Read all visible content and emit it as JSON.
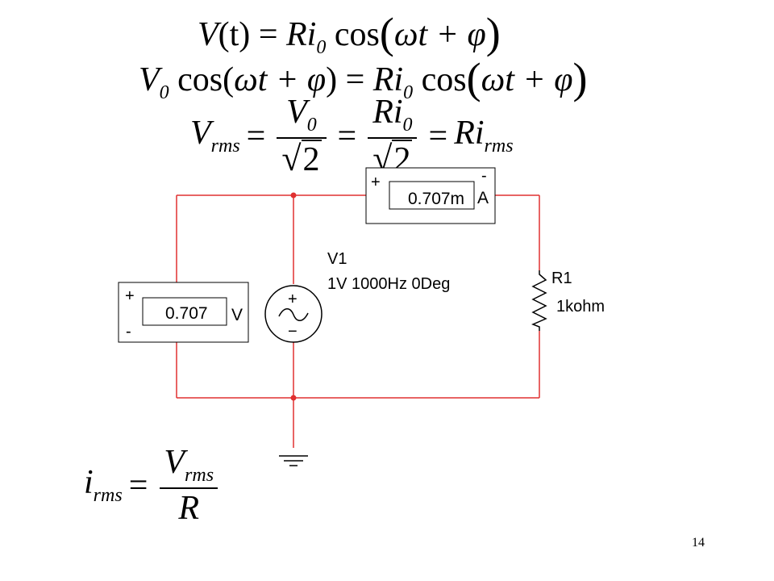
{
  "circuit": {
    "source": {
      "name": "V1",
      "spec": "1V 1000Hz 0Deg",
      "plus": "+",
      "minus": "−"
    },
    "resistor": {
      "name": "R1",
      "value": "1kohm"
    },
    "voltmeter": {
      "reading": "0.707",
      "unit": "V",
      "plus": "+",
      "minus": "-"
    },
    "ammeter": {
      "reading": "0.707m",
      "unit": "A",
      "plus": "+",
      "minus": "-"
    },
    "wire_color": "#e03030"
  },
  "equations": {
    "eq1": {
      "lhs_v": "V",
      "lhs_t": "(t)",
      "eq": "=",
      "r": "R",
      "i": "i",
      "i_sub": "0",
      "cos": "cos",
      "arg": "ωt + φ"
    },
    "eq2": {
      "v": "V",
      "v_sub": "0",
      "cos": "cos",
      "arg": "ωt + φ",
      "eq": "=",
      "r": "R",
      "i": "i",
      "i_sub": "0",
      "cos2": "cos",
      "arg2": "ωt + φ"
    },
    "eq3": {
      "v": "V",
      "v_sub": "rms",
      "eq": "=",
      "num1": "V",
      "num1_sub": "0",
      "den": "2",
      "sqrt": "√",
      "num2_r": "R",
      "num2_i": "i",
      "num2_sub": "0",
      "eq3": "=",
      "r": "R",
      "i": "i",
      "i_sub": "rms"
    },
    "eq4": {
      "i": "i",
      "i_sub": "rms",
      "eq": "=",
      "num": "V",
      "num_sub": "rms",
      "den": "R"
    }
  },
  "page_number": "14"
}
